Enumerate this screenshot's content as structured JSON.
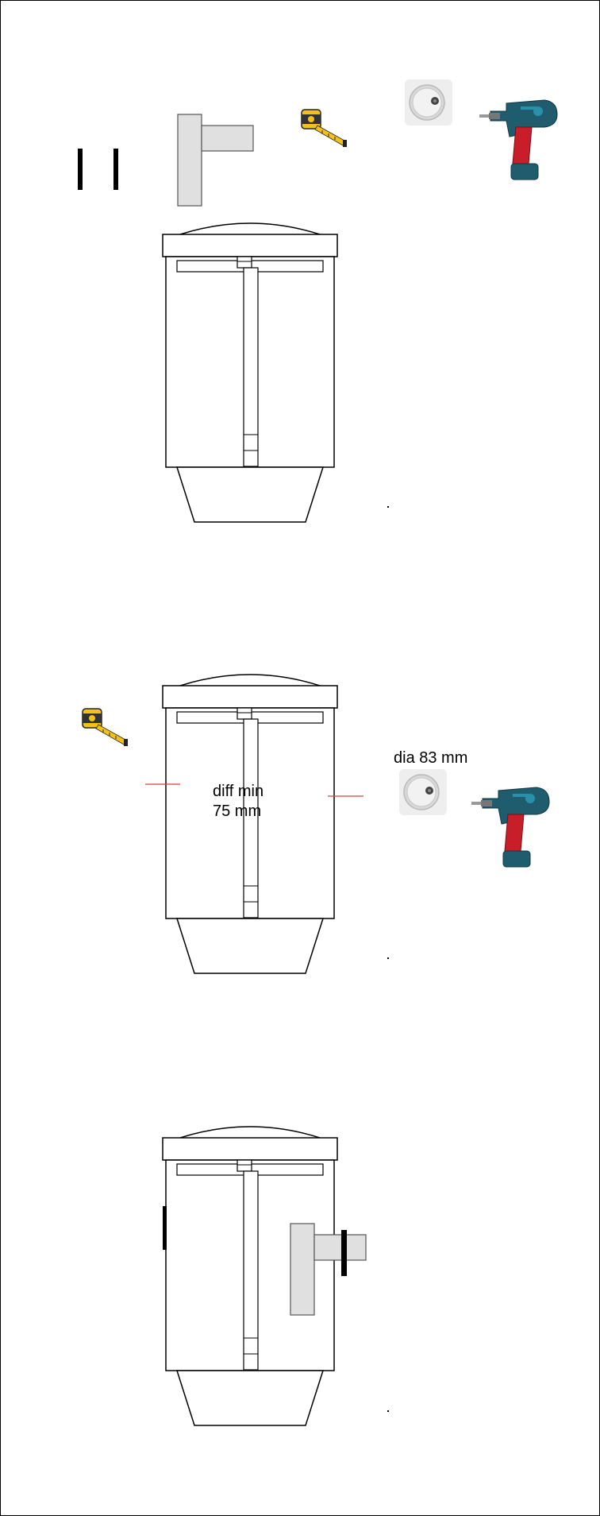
{
  "labels": {
    "dia": "dia 83 mm",
    "diff_line1": "diff min",
    "diff_line2": "75 mm"
  },
  "icons": {
    "tape_measure": "tape-measure-icon",
    "hole_saw": "hole-saw-icon",
    "drill": "cordless-drill-icon",
    "bracket": "wall-bracket-icon",
    "marks": "marking-lines-icon"
  },
  "colors": {
    "outline": "#000000",
    "bracket_fill": "#e0e0e0",
    "mark_red": "#d84040",
    "tape_yellow": "#f2c21a",
    "drill_teal": "#1f5c6e",
    "drill_red": "#c81e2a"
  }
}
